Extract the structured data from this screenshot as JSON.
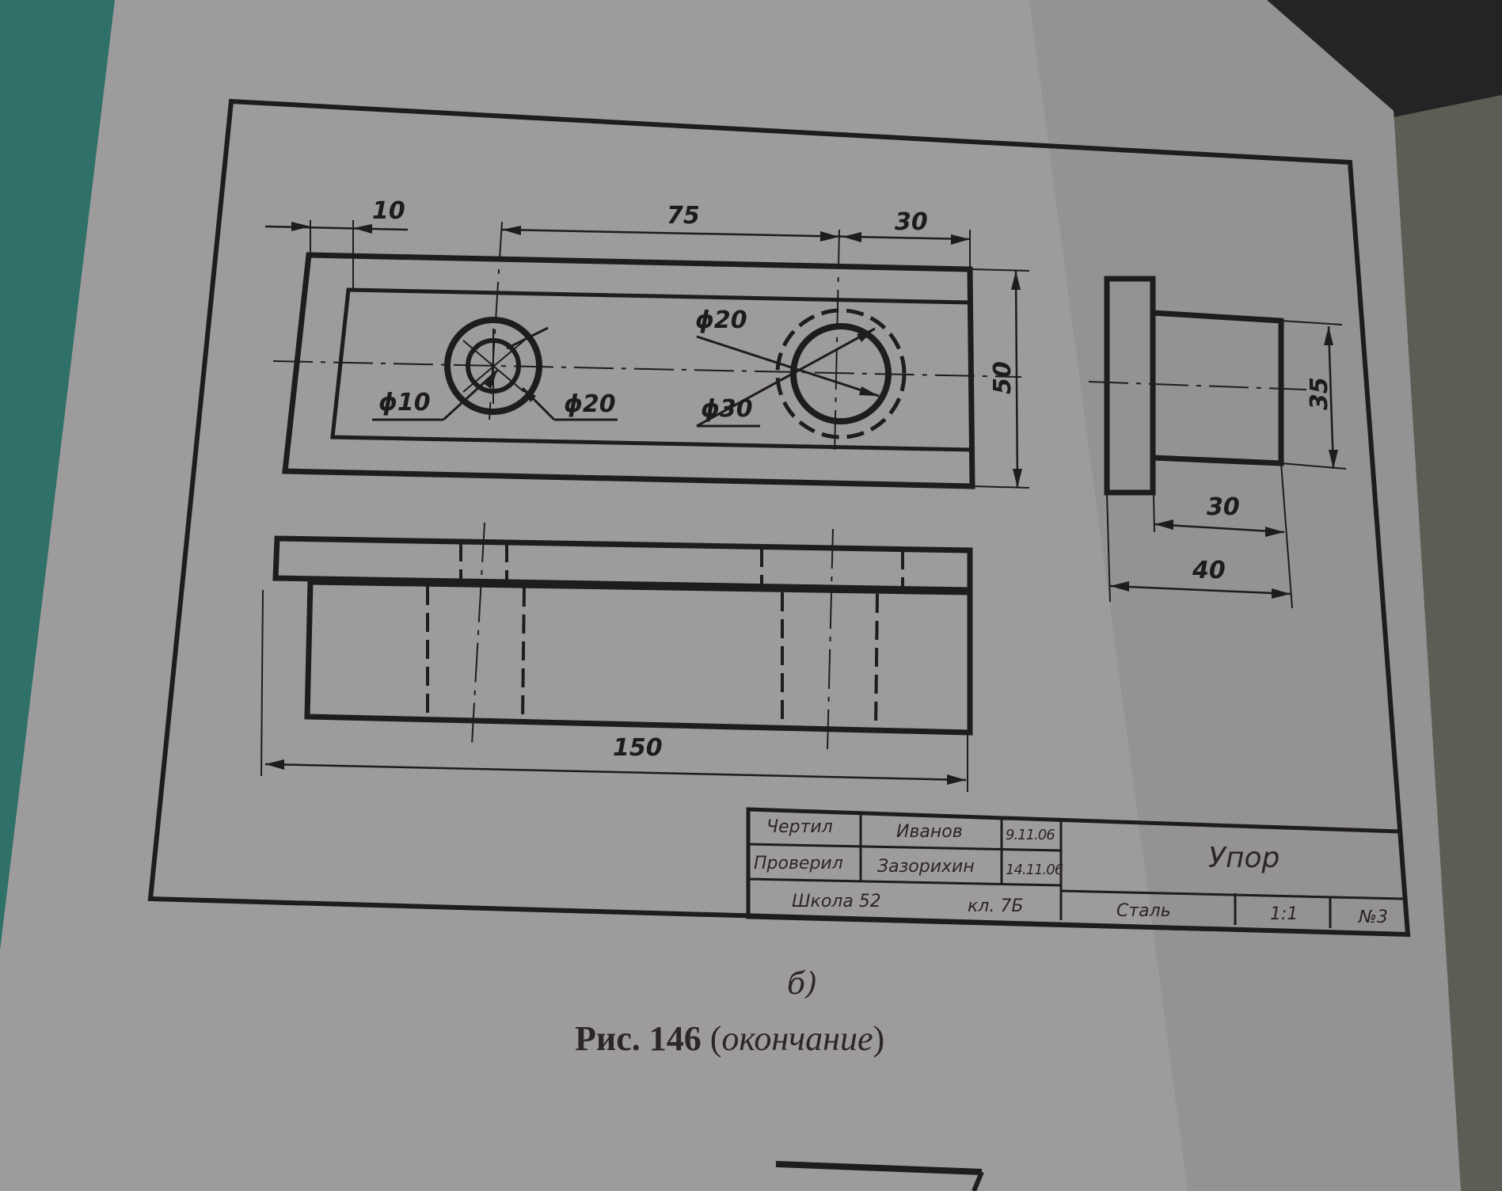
{
  "dimensions": {
    "d10_top": "10",
    "d75": "75",
    "d30_top": "30",
    "phi20_a": "ϕ20",
    "phi10": "ϕ10",
    "phi20_b": "ϕ20",
    "phi30": "ϕ30",
    "d50": "50",
    "d35": "35",
    "d30_side": "30",
    "d40": "40",
    "d150": "150"
  },
  "title_block": {
    "drew_label": "Чертил",
    "drew_name": "Иванов",
    "drew_date": "9.11.06",
    "checked_label": "Проверил",
    "checked_name": "Зазорихин",
    "checked_date": "14.11.06",
    "school": "Школа 52",
    "class": "кл. 7Б",
    "part_name": "Упор",
    "material": "Сталь",
    "scale": "1:1",
    "sheet": "№3"
  },
  "caption": {
    "letter": "б)",
    "figure_label": "Рис. 146",
    "open_paren": " (",
    "figure_note": "окончание",
    "close_paren": ")"
  }
}
